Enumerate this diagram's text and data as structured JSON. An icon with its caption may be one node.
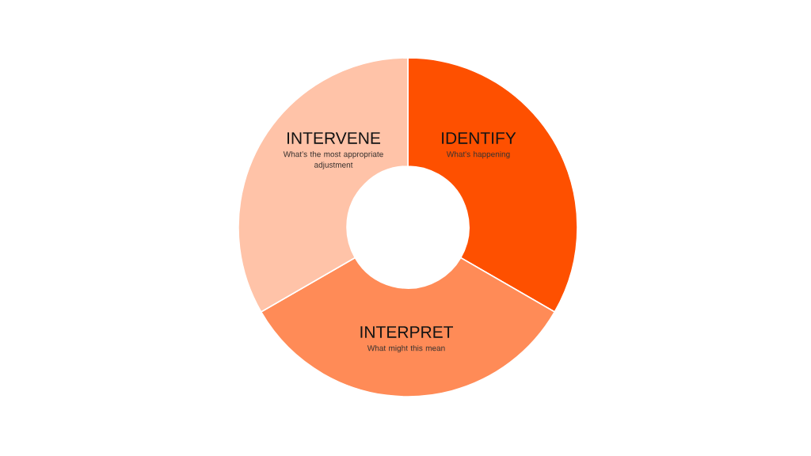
{
  "diagram": {
    "nodes": [
      {
        "text": [
          "IDENTIFY",
          "What's happening"
        ]
      },
      {
        "text": [
          "INTERPRET",
          "What might this mean"
        ]
      },
      {
        "text": [
          "INTERVENE",
          "What’s the most appropriate adjustment"
        ]
      }
    ]
  }
}
